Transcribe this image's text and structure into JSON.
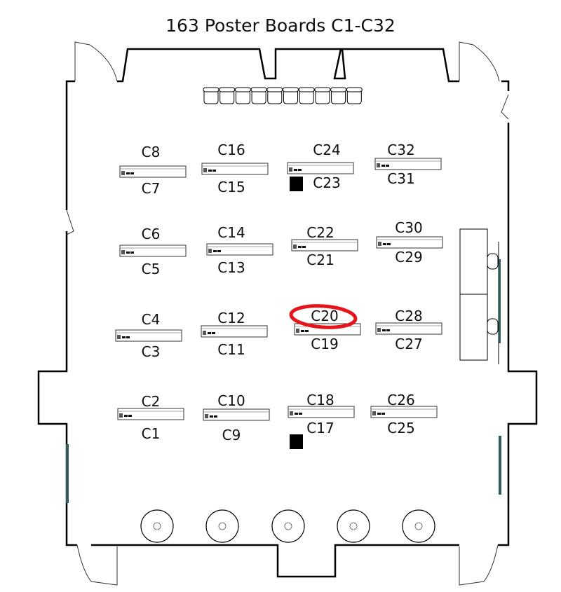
{
  "title": "163 Poster Boards C1-C32",
  "highlighted_board": "C20",
  "highlight_color": "#e8141b",
  "boards": [
    {
      "top": "C8",
      "bottom": "C7"
    },
    {
      "top": "C16",
      "bottom": "C15"
    },
    {
      "top": "C24",
      "bottom": "C23"
    },
    {
      "top": "C32",
      "bottom": "C31"
    },
    {
      "top": "C6",
      "bottom": "C5"
    },
    {
      "top": "C14",
      "bottom": "C13"
    },
    {
      "top": "C22",
      "bottom": "C21"
    },
    {
      "top": "C30",
      "bottom": "C29"
    },
    {
      "top": "C4",
      "bottom": "C3"
    },
    {
      "top": "C12",
      "bottom": "C11"
    },
    {
      "top": "C20",
      "bottom": "C19"
    },
    {
      "top": "C28",
      "bottom": "C27"
    },
    {
      "top": "C2",
      "bottom": "C1"
    },
    {
      "top": "C10",
      "bottom": "C9"
    },
    {
      "top": "C18",
      "bottom": "C17"
    },
    {
      "top": "C26",
      "bottom": "C25"
    }
  ]
}
